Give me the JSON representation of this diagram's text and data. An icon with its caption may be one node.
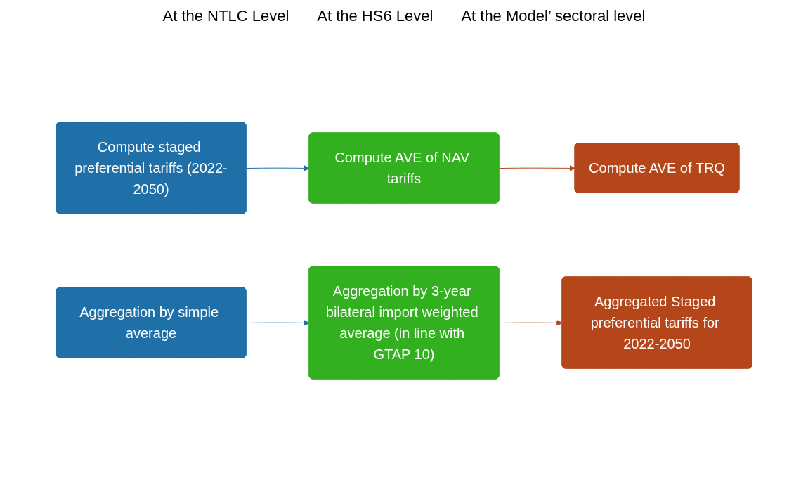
{
  "diagram": {
    "nodes": [
      {
        "text": [
          "Compute staged preferential tariffs (2022-2050)"
        ]
      },
      {
        "text": [
          "Compute AVE of NAV tariffs"
        ]
      },
      {
        "text": [
          "Compute AVE of TRQ"
        ]
      },
      {
        "text": [
          "Aggregation by simple average"
        ]
      },
      {
        "text": [
          "Aggregation by 3-year bilateral import weighted average (in line with GTAP 10)"
        ]
      },
      {
        "text": [
          "Aggregated Staged preferential tariffs for 2022-2050"
        ]
      }
    ],
    "edges": [
      {
        "from": 0,
        "to": 1,
        "arrow": "to",
        "color": "#1f6fa8"
      },
      {
        "from": 1,
        "to": 2,
        "arrow": "to",
        "color": "#b5461a"
      },
      {
        "from": 3,
        "to": 4,
        "arrow": "to",
        "color": "#1f6fa8"
      },
      {
        "from": 4,
        "to": 5,
        "arrow": "to",
        "color": "#b5461a"
      }
    ],
    "labels": [
      "At the NTLC Level",
      "At the HS6 Level",
      "At the Model’ sectoral level"
    ]
  }
}
